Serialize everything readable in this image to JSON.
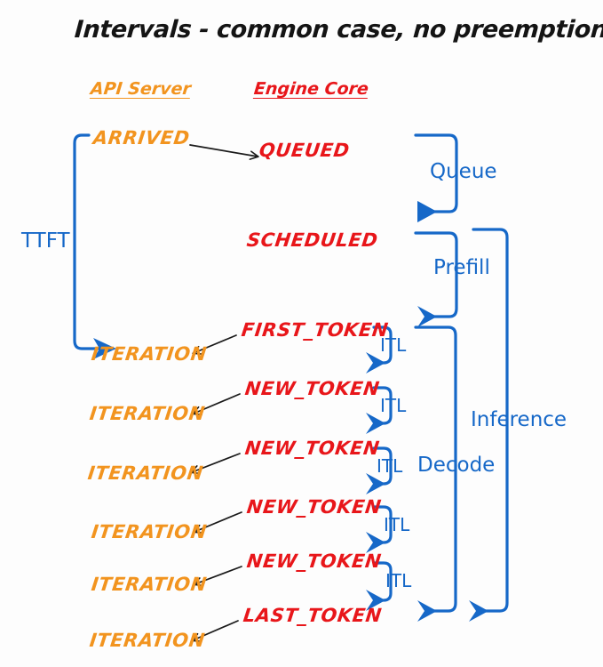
{
  "page": {
    "title": "Intervals - common case, no preemptions",
    "background": "#fdfdfd"
  },
  "colors": {
    "api_orange": "#f2941f",
    "engine_red": "#e8161a",
    "metric_blue": "#1668c8",
    "arrow_black": "#1a1a1a",
    "title_black": "#141414"
  },
  "columns": {
    "api_server": "API Server",
    "engine_core": "Engine Core"
  },
  "states": {
    "arrived": "ARRIVED",
    "queued": "QUEUED",
    "scheduled": "SCHEDULED",
    "first_token": "FIRST_TOKEN",
    "new_token": "NEW_TOKEN",
    "last_token": "LAST_TOKEN",
    "iteration": "ITERATION"
  },
  "rows": [
    {
      "api": "ITERATION",
      "engine": "FIRST_TOKEN",
      "interval": "ITL"
    },
    {
      "api": "ITERATION",
      "engine": "NEW_TOKEN",
      "interval": "ITL"
    },
    {
      "api": "ITERATION",
      "engine": "NEW_TOKEN",
      "interval": "ITL"
    },
    {
      "api": "ITERATION",
      "engine": "NEW_TOKEN",
      "interval": "ITL"
    },
    {
      "api": "ITERATION",
      "engine": "NEW_TOKEN",
      "interval": "ITL"
    },
    {
      "api": "ITERATION",
      "engine": "LAST_TOKEN",
      "interval": ""
    }
  ],
  "metrics": {
    "ttft": "TTFT",
    "queue": "Queue",
    "prefill": "Prefill",
    "decode": "Decode",
    "inference": "Inference",
    "itl": "ITL"
  }
}
